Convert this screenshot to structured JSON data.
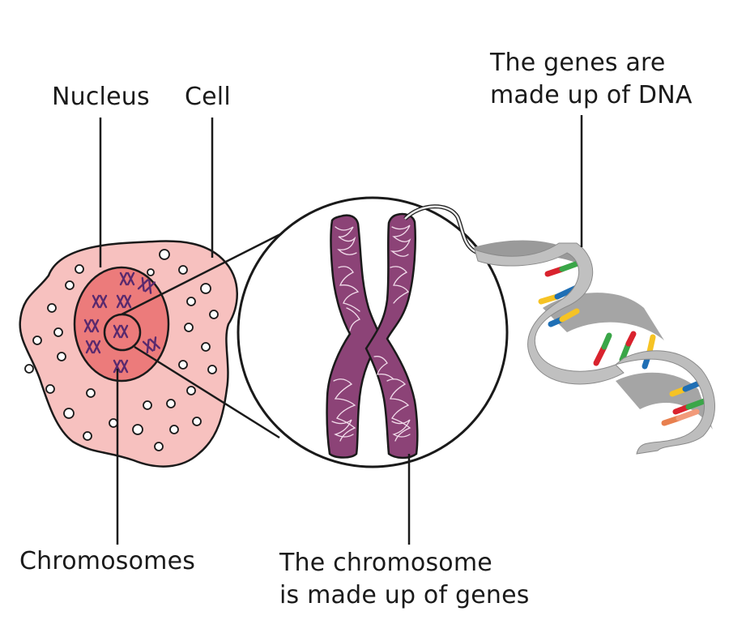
{
  "labels": {
    "nucleus": "Nucleus",
    "cell": "Cell",
    "chromosomes": "Chromosomes",
    "genes_dna": [
      "The genes are",
      "made up of DNA"
    ],
    "chromosome_genes": [
      "The chromosome",
      "is made up of genes"
    ]
  },
  "colors": {
    "cell_fill": "#f7c1bf",
    "nucleus_fill": "#ec7b7b",
    "chromosome_fill": "#8c4377",
    "chromosome_mark": "#5a2a6e",
    "dna_ribbon": "#b3b3b3",
    "base_red": "#d9232e",
    "base_green": "#3aa648",
    "base_blue": "#1f6fb5",
    "base_yellow": "#f6c324",
    "base_orange": "#e8804f",
    "outline": "#1a1a1a"
  }
}
